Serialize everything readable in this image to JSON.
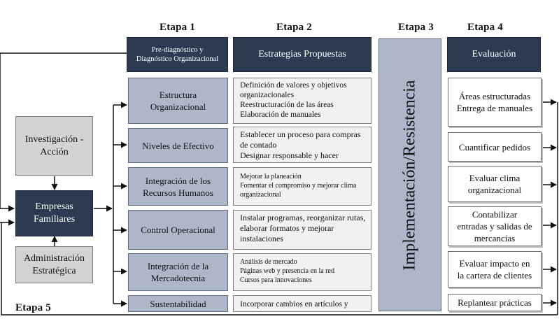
{
  "stages": {
    "etapa1": "Etapa 1",
    "etapa2": "Etapa 2",
    "etapa3": "Etapa 3",
    "etapa4": "Etapa 4",
    "etapa5": "Etapa 5"
  },
  "headers": {
    "prediagnostico": [
      "Pre-diagnóstico y",
      "Diagnóstico Organizacional"
    ],
    "estrategias": "Estrategias Propuestas",
    "evaluacion": "Evaluación"
  },
  "left": {
    "investigacion": [
      "Investigación -",
      "Acción"
    ],
    "empresas": [
      "Empresas",
      "Familiares"
    ],
    "administracion": [
      "Administración",
      "Estratégica"
    ]
  },
  "implementacion": "Implementación/Resistencia",
  "rows": [
    {
      "area": [
        "Estructura",
        "Organizacional"
      ],
      "strategies": [
        "Definición de valores y objetivos",
        "organizacionales",
        "Reestructuración de las áreas",
        "Elaboración de manuales"
      ],
      "evaluation": [
        "Áreas estructuradas",
        "Entrega de manuales"
      ]
    },
    {
      "area": [
        "Niveles de Efectivo"
      ],
      "strategies": [
        "Establecer un proceso para compras",
        "de contado",
        "Designar responsable y hacer"
      ],
      "evaluation": [
        "Cuantificar pedidos"
      ]
    },
    {
      "area": [
        "Integración de los",
        "Recursos Humanos"
      ],
      "strategies": [
        "Mejorar la planeación",
        "Fomentar el compromiso y mejorar clima",
        "organizacional"
      ],
      "evaluation": [
        "Evaluar clima",
        "organizacional"
      ]
    },
    {
      "area": [
        "Control Operacional"
      ],
      "strategies": [
        "Instalar programas, reorganizar rutas,",
        "elaborar formatos y mejorar",
        "instalaciones"
      ],
      "evaluation": [
        "Contabilizar",
        "entradas y salidas de",
        "mercancias"
      ]
    },
    {
      "area": [
        "Integración de la",
        "Mercadotecnia"
      ],
      "strategies": [
        "Análisis de mercado",
        "Páginas web y presencia en la red",
        "Cursos para innovaciones"
      ],
      "evaluation": [
        "Evaluar impacto en",
        "la cartera de clientes"
      ]
    },
    {
      "area": [
        "Sustentabilidad"
      ],
      "strategies": [
        "Incorporar cambios en artículos y"
      ],
      "evaluation": [
        "Replantear prácticas"
      ]
    }
  ]
}
